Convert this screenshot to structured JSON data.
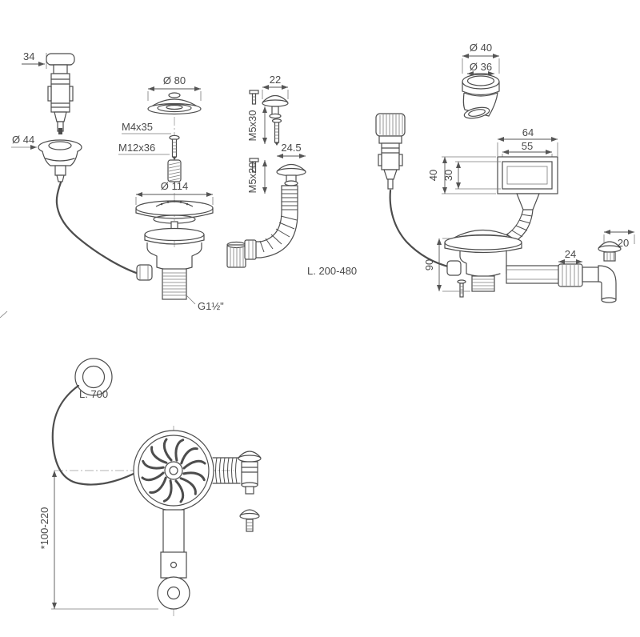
{
  "diagram": {
    "background": "#ffffff",
    "line_color": "#4d4d4d",
    "text_color": "#4a4a4a",
    "views": {
      "pull_knob_exploded": {
        "label_width": "34",
        "label_flange_diameter": "Ø 44"
      },
      "strainer_exploded": {
        "label_cap_diameter": "Ø 80",
        "label_screw": "M4x35",
        "label_bolt": "M12x36",
        "label_basket_diameter": "Ø 114",
        "label_outlet_thread": "G1½\""
      },
      "overflow_parts": {
        "label_cap_width": "22",
        "label_screw_top": "M5x30",
        "label_cap2_width": "24.5",
        "label_screw_bottom": "M5x20",
        "label_hose_length": "L. 200-480"
      },
      "overflow_assembly": {
        "label_elbow_outer_diameter": "Ø 40",
        "label_elbow_inner_diameter": "Ø 36",
        "label_cover_width": "64",
        "label_cover_inner_width": "55",
        "label_cover_height": "40",
        "label_cover_inner_height": "30",
        "label_body_height": "90",
        "label_nut_width": "24",
        "label_knob_width": "20"
      },
      "assembled_front_view": {
        "label_cable_length": "L. 700",
        "label_tailpipe_range": "*100-220"
      }
    }
  }
}
